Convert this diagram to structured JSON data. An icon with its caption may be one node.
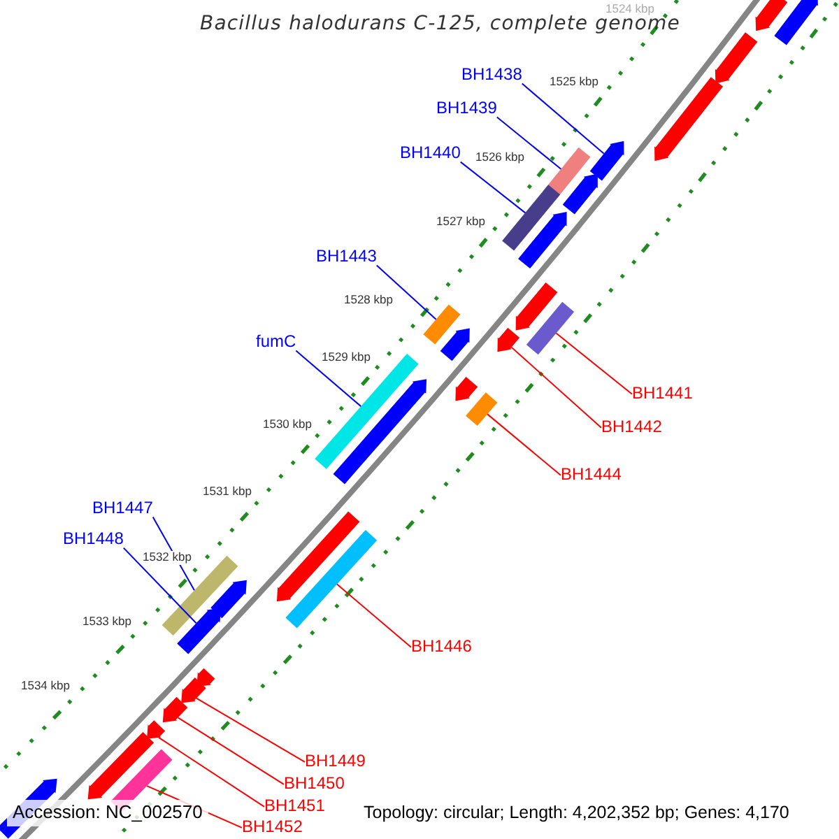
{
  "diagram": {
    "title": "Bacillus halodurans C-125, complete genome",
    "nodes": [
      {
        "text": [
          "BH1438"
        ]
      },
      {
        "text": [],
        "shape": "arrow"
      },
      {
        "text": [
          "BH1439"
        ]
      },
      {
        "text": [],
        "shape": "bar"
      },
      {
        "text": [
          "BH1440"
        ]
      },
      {
        "text": [],
        "shape": "bar"
      },
      {
        "text": [
          "BH1443"
        ]
      },
      {
        "text": [],
        "shape": "bar"
      },
      {
        "text": [
          "fumC"
        ]
      },
      {
        "text": [],
        "shape": "bar"
      },
      {
        "text": [
          "BH1441"
        ]
      },
      {
        "text": [],
        "shape": "bar"
      },
      {
        "text": [
          "BH1442"
        ]
      },
      {
        "text": [],
        "shape": "arrow"
      },
      {
        "text": [
          "BH1444"
        ]
      },
      {
        "text": [],
        "shape": "bar"
      },
      {
        "text": [
          "BH1447"
        ]
      },
      {
        "text": [],
        "shape": "bar"
      },
      {
        "text": [
          "BH1448"
        ]
      },
      {
        "text": [],
        "shape": "arrow"
      },
      {
        "text": [
          "BH1446"
        ]
      },
      {
        "text": [],
        "shape": "bar"
      },
      {
        "text": [
          "BH1449"
        ]
      },
      {
        "text": [],
        "shape": "arrow"
      },
      {
        "text": [
          "BH1450"
        ]
      },
      {
        "text": [],
        "shape": "arrow"
      },
      {
        "text": [
          "BH1451"
        ]
      },
      {
        "text": [],
        "shape": "arrow"
      },
      {
        "text": [
          "BH1452"
        ]
      },
      {
        "text": [],
        "shape": "bar"
      },
      {
        "text": [],
        "shape": "arrow"
      },
      {
        "text": [],
        "shape": "arrow"
      },
      {
        "text": [],
        "shape": "arrow"
      },
      {
        "text": [],
        "shape": "arrow"
      },
      {
        "text": [],
        "shape": "arrow"
      },
      {
        "text": [],
        "shape": "arrow"
      },
      {
        "text": [],
        "shape": "arrow"
      },
      {
        "text": [],
        "shape": "arrow"
      },
      {
        "text": [],
        "shape": "arrow"
      },
      {
        "text": [],
        "shape": "arrow"
      },
      {
        "text": [],
        "shape": "arrow"
      },
      {
        "text": [],
        "shape": "arrow"
      },
      {
        "text": [],
        "shape": "arrow"
      },
      {
        "text": [],
        "shape": "arrow"
      },
      {
        "text": [],
        "shape": "arrow"
      }
    ],
    "edges": [
      {
        "from": 0,
        "to": 1,
        "arrow": "none",
        "color": "#0000ff"
      },
      {
        "from": 2,
        "to": 3,
        "arrow": "none",
        "color": "#0000ff"
      },
      {
        "from": 4,
        "to": 5,
        "arrow": "none",
        "color": "#0000ff"
      },
      {
        "from": 6,
        "to": 7,
        "arrow": "none",
        "color": "#0000ff"
      },
      {
        "from": 8,
        "to": 9,
        "arrow": "none",
        "color": "#0000ff"
      },
      {
        "from": 10,
        "to": 11,
        "arrow": "none"
      },
      {
        "from": 12,
        "to": 13,
        "arrow": "none"
      },
      {
        "from": 14,
        "to": 15,
        "arrow": "none"
      },
      {
        "from": 16,
        "to": 17,
        "arrow": "none",
        "color": "#0000ff"
      },
      {
        "from": 18,
        "to": 19,
        "arrow": "none",
        "color": "#0000ff"
      },
      {
        "from": 20,
        "to": 21,
        "arrow": "none"
      },
      {
        "from": 22,
        "to": 23,
        "arrow": "none"
      },
      {
        "from": 24,
        "to": 25,
        "arrow": "none"
      },
      {
        "from": 26,
        "to": 27,
        "arrow": "none"
      },
      {
        "from": 28,
        "to": 29,
        "arrow": "none"
      }
    ],
    "labels": [
      "1524 kbp",
      "1525 kbp",
      "1526 kbp",
      "1527 kbp",
      "1528 kbp",
      "1529 kbp",
      "1530 kbp",
      "1531 kbp",
      "1532 kbp",
      "1533 kbp",
      "1534 kbp",
      "Accession: NC_002570",
      "Topology: circular; Length: 4,202,352 bp; Genes: 4,170"
    ]
  }
}
